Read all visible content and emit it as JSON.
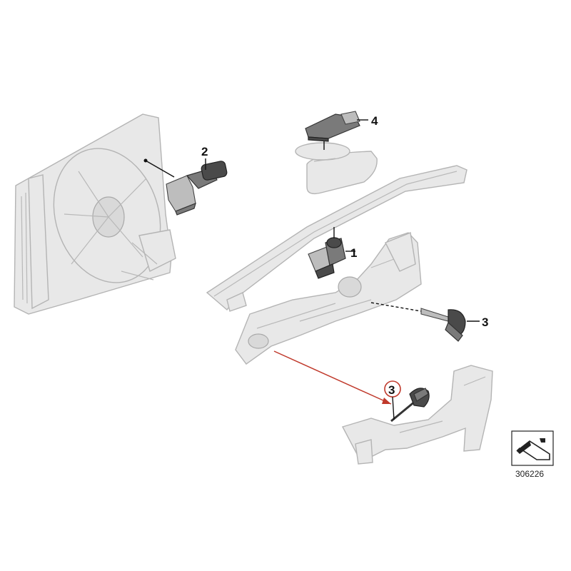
{
  "diagram": {
    "callouts": [
      "1",
      "2",
      "3",
      "4",
      "3"
    ],
    "reference_number": "306226",
    "accent_color": "#c0392b",
    "icon": "view-direction-arrow-icon"
  }
}
